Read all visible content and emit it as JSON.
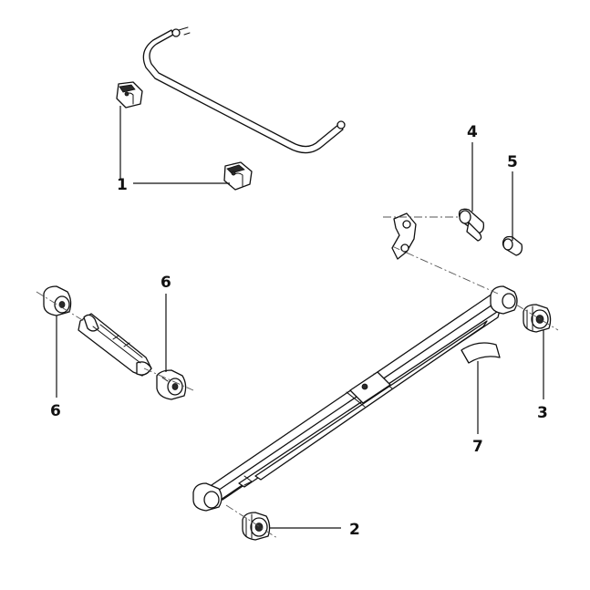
{
  "callouts": [
    {
      "id": "1",
      "label": "1"
    },
    {
      "id": "2",
      "label": "2"
    },
    {
      "id": "3",
      "label": "3"
    },
    {
      "id": "4",
      "label": "4"
    },
    {
      "id": "5",
      "label": "5"
    },
    {
      "id": "6a",
      "label": "6"
    },
    {
      "id": "6b",
      "label": "6"
    },
    {
      "id": "7",
      "label": "7"
    }
  ],
  "colors": {
    "ink": "#111111",
    "background": "#ffffff"
  }
}
